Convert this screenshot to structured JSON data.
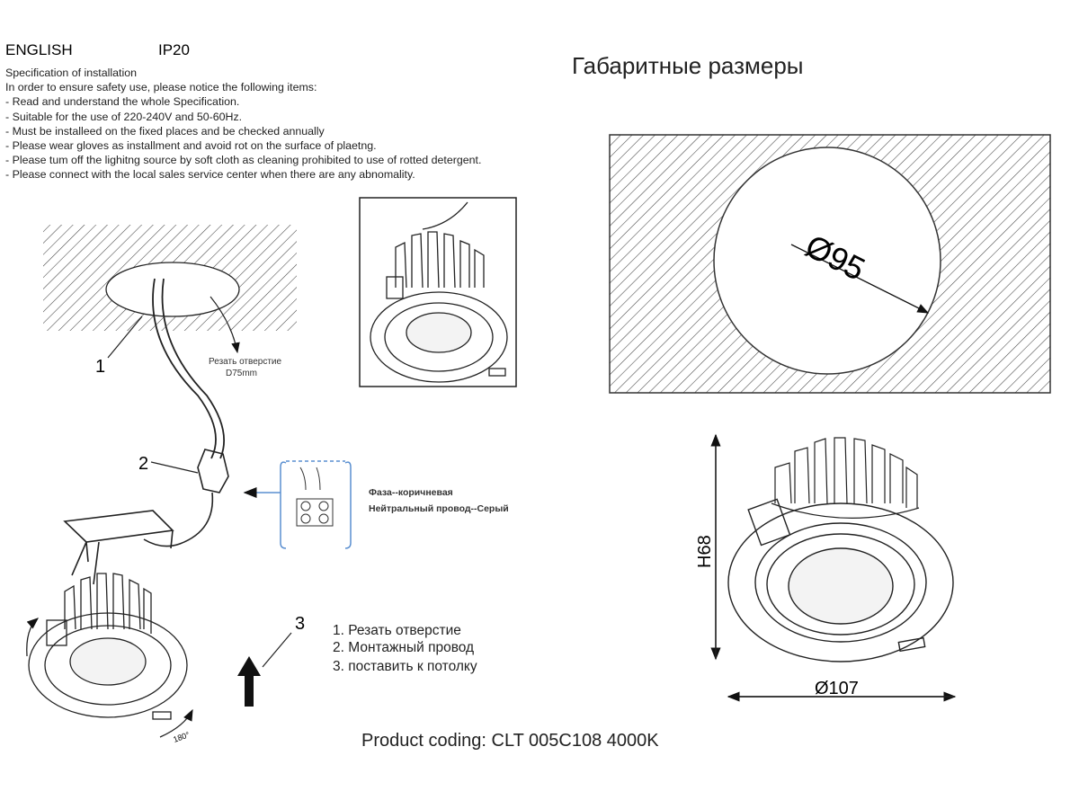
{
  "header": {
    "language": "ENGLISH",
    "ip_rating": "IP20",
    "title_ru": "Габаритные размеры"
  },
  "spec": {
    "heading": "Specification of installation",
    "intro": "In order to ensure safety use, please notice the following items:",
    "items": [
      "- Read and understand the whole Specification.",
      "- Suitable for the use of 220-240V and 50-60Hz.",
      "- Must be installeed on the fixed places and be checked annually",
      "- Please wear gloves as installment and avoid rot on the surface of plaetng.",
      "- Please tum off the lighitng source by soft cloth as cleaning prohibited to use of rotted detergent.",
      "- Please connect with the local sales service center when there are any abnomality."
    ]
  },
  "install_diagram": {
    "label_1": "1",
    "label_2": "2",
    "label_3": "3",
    "cut_hole_label": "Резать отверстие",
    "cut_hole_size": "D75mm",
    "phase_label": "Фаза--коричневая",
    "neutral_label": "Нейтральный провод--Серый",
    "rotation_label": "180°"
  },
  "steps": [
    "1.  Резать отверстие",
    "2.  Монтажный провод",
    "3.  поставить к потолку"
  ],
  "dimensions": {
    "cutout": "Ø95",
    "height": "H68",
    "diameter": "Ø107"
  },
  "product_coding": "Product coding: CLT 005C108 4000K"
}
